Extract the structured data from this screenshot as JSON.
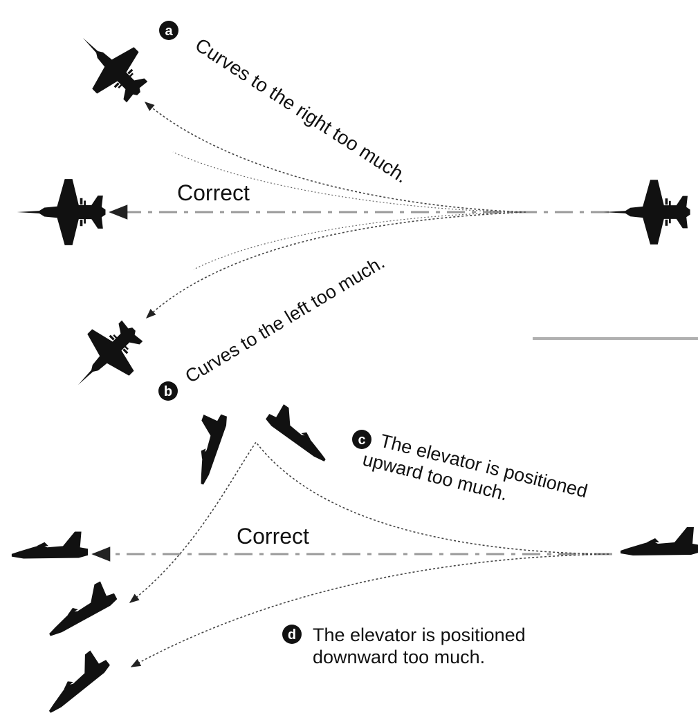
{
  "top_section": {
    "label_a": {
      "letter": "a",
      "text": "Curves to the right too much."
    },
    "label_correct": "Correct",
    "label_b": {
      "letter": "b",
      "text": "Curves to the left too much."
    }
  },
  "bottom_section": {
    "label_c": {
      "letter": "c",
      "line1": "The elevator is positioned",
      "line2": "upward too much."
    },
    "label_correct": "Correct",
    "label_d": {
      "letter": "d",
      "line1": "The elevator is positioned",
      "line2": "downward too much."
    }
  },
  "colors": {
    "ink": "#111111",
    "line_gray": "#b0b0b0",
    "path_gray": "#444444"
  }
}
